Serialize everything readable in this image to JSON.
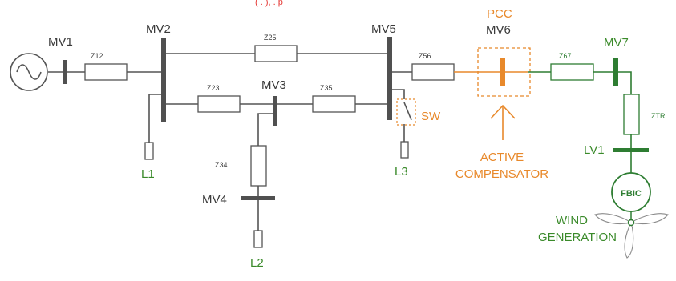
{
  "colors": {
    "wire_dark": "#555555",
    "wire_green": "#2e7d32",
    "wire_orange": "#e8892b",
    "bus_dark": "#505050",
    "text_dark": "#3a3a3a",
    "text_green": "#3a8a2a",
    "text_orange": "#e8892b",
    "text_top_red": "#e53935"
  },
  "top_cutoff_text": "( . ), . p",
  "buses": {
    "mv1": "MV1",
    "mv2": "MV2",
    "mv3": "MV3",
    "mv4": "MV4",
    "mv5": "MV5",
    "mv6": "MV6",
    "mv7": "MV7",
    "lv1": "LV1"
  },
  "pcc": "PCC",
  "impedances": {
    "z12": "Z12",
    "z25": "Z25",
    "z23": "Z23",
    "z35": "Z35",
    "z34": "Z34",
    "z56": "Z56",
    "z67": "Z67",
    "ztr": "ZTR"
  },
  "loads": {
    "l1": "L1",
    "l2": "L2",
    "l3": "L3"
  },
  "switch": "SW",
  "compensator": {
    "line1": "ACTIVE",
    "line2": "COMPENSATOR"
  },
  "generator": {
    "converter": "FBIC",
    "line1": "WIND",
    "line2": "GENERATION"
  }
}
